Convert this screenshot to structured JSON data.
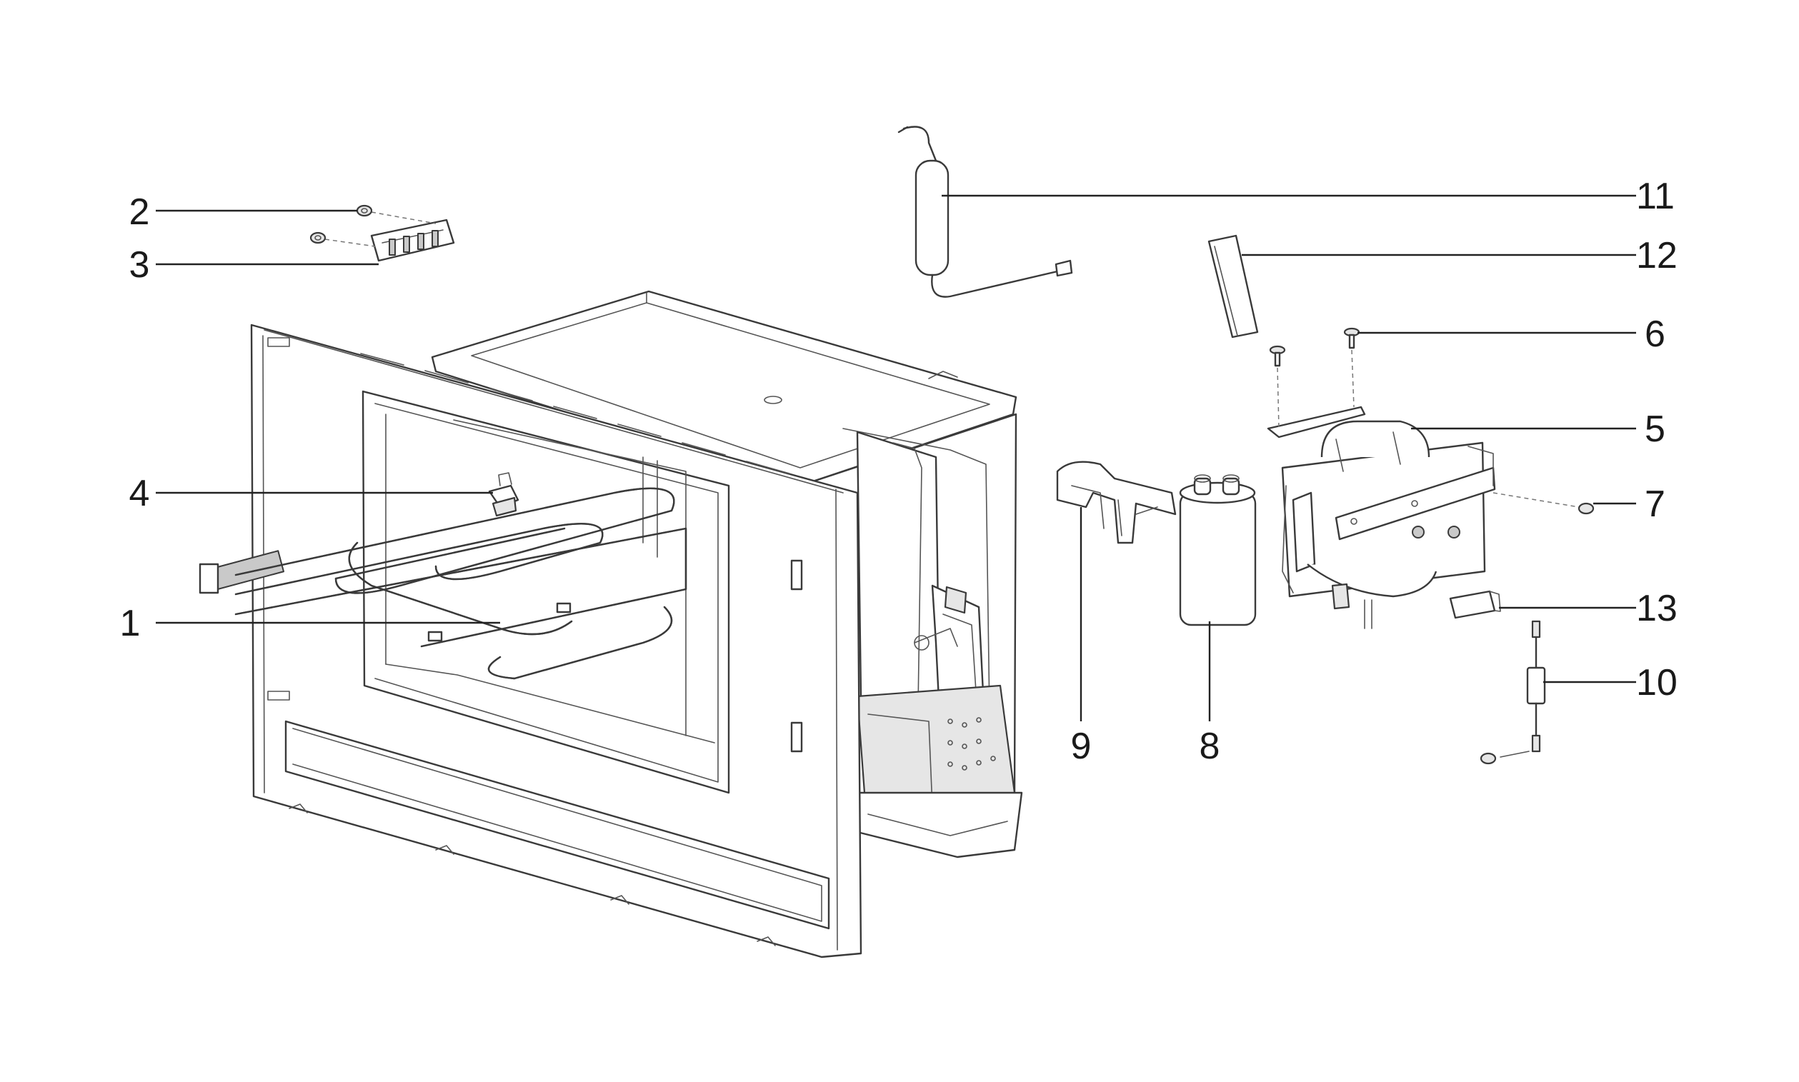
{
  "diagram": {
    "callouts": [
      {
        "id": "1",
        "label": "1"
      },
      {
        "id": "2",
        "label": "2"
      },
      {
        "id": "3",
        "label": "3"
      },
      {
        "id": "4",
        "label": "4"
      },
      {
        "id": "5",
        "label": "5"
      },
      {
        "id": "6",
        "label": "6"
      },
      {
        "id": "7",
        "label": "7"
      },
      {
        "id": "8",
        "label": "8"
      },
      {
        "id": "9",
        "label": "9"
      },
      {
        "id": "10",
        "label": "10"
      },
      {
        "id": "11",
        "label": "11"
      },
      {
        "id": "12",
        "label": "12"
      },
      {
        "id": "13",
        "label": "13"
      }
    ],
    "line_color": "#3a3a3a",
    "background": "#ffffff"
  }
}
